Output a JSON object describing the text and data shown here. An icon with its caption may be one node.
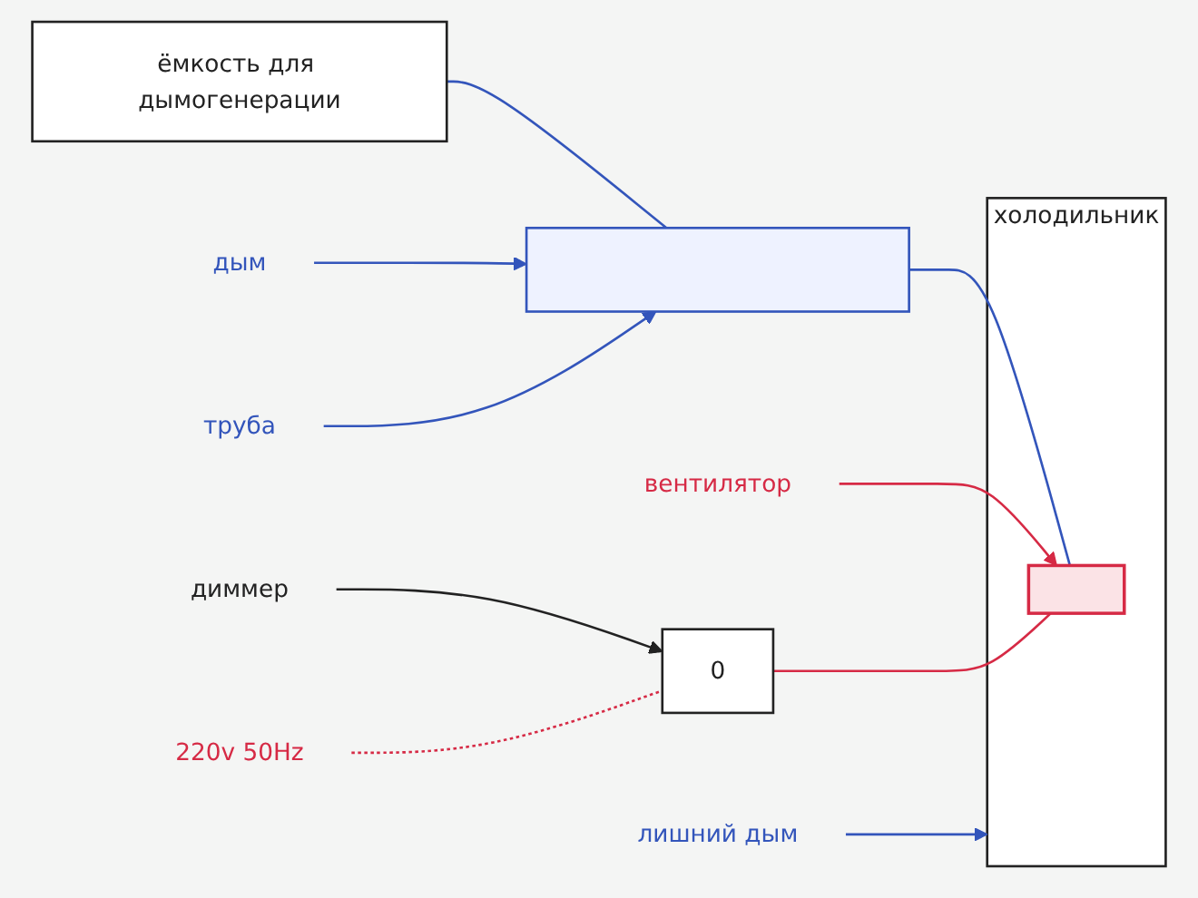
{
  "diagram": {
    "nodes": [
      {
        "text": [
          "ёмкость для дымогенерации"
        ]
      },
      {
        "text": [
          "холодильник"
        ]
      },
      {
        "text": [],
        "shape": "box",
        "in": 1
      },
      {
        "text": [
          "0"
        ]
      },
      {
        "text": [],
        "shape": "bar"
      },
      {
        "text": [
          "дым"
        ]
      },
      {
        "text": [
          "лишний дым"
        ]
      },
      {
        "text": [
          "труба"
        ]
      },
      {
        "text": [
          "вентилятор"
        ]
      },
      {
        "text": [
          "диммер"
        ]
      },
      {
        "text": [
          "220v 50Hz"
        ]
      }
    ],
    "edges": [
      {
        "from": 0,
        "to": 4,
        "arrow": "none"
      },
      {
        "from": 4,
        "to": 2,
        "arrow": "none"
      },
      {
        "from": 5,
        "to": 4,
        "arrow": "to"
      },
      {
        "from": 6,
        "to": 1,
        "arrow": "to"
      },
      {
        "from": 7,
        "to": 4,
        "arrow": "to"
      },
      {
        "from": 8,
        "to": 2,
        "arrow": "to",
        "color": "#d62a45"
      },
      {
        "from": 9,
        "to": 3,
        "arrow": "to",
        "color": "#222222"
      },
      {
        "from": 3,
        "to": 2,
        "arrow": "none",
        "color": "#d62a45"
      },
      {
        "from": 10,
        "to": 3,
        "arrow": "none",
        "style": "dashed",
        "color": "#d62a45"
      }
    ]
  }
}
